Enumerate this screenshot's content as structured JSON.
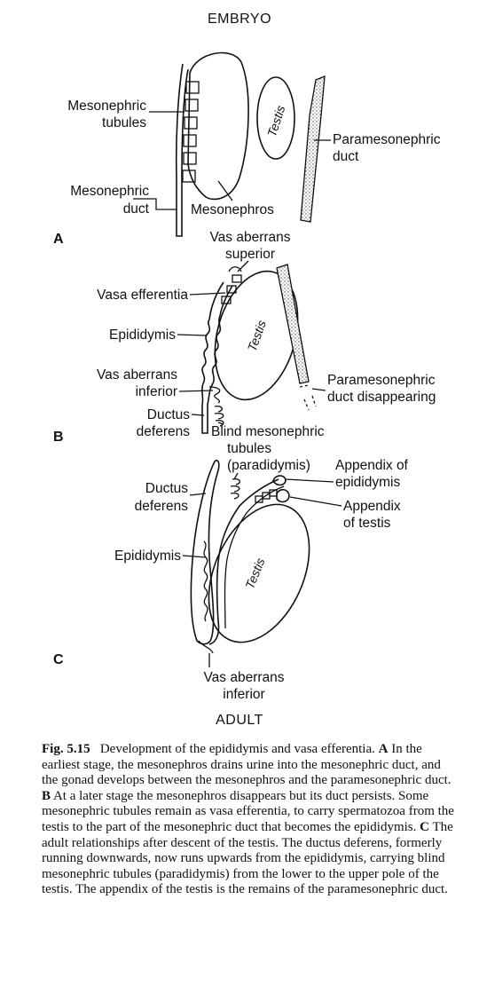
{
  "headers": {
    "top": "EMBRYO",
    "bottom": "ADULT"
  },
  "panels": {
    "a": "A",
    "b": "B",
    "c": "C"
  },
  "panel_a": {
    "mesonephric_tubules": [
      "Mesonephric",
      "tubules"
    ],
    "mesonephric_duct": [
      "Mesonephric",
      "duct"
    ],
    "mesonephros": "Mesonephros",
    "testis": "Testis",
    "paramesonephric_duct": [
      "Paramesonephric",
      "duct"
    ]
  },
  "panel_b": {
    "vas_aberrans_superior": [
      "Vas aberrans",
      "superior"
    ],
    "vasa_efferentia": "Vasa efferentia",
    "epididymis": "Epididymis",
    "vas_aberrans_inferior": [
      "Vas aberrans",
      "inferior"
    ],
    "ductus_deferens": [
      "Ductus",
      "deferens"
    ],
    "testis": "Testis",
    "paramesonephric_disappearing": [
      "Paramesonephric",
      "duct disappearing"
    ],
    "blind_tubules": [
      "Blind mesonephric",
      "tubules"
    ]
  },
  "panel_c": {
    "paradidymis": "(paradidymis)",
    "appendix_epididymis": [
      "Appendix of",
      "epididymis"
    ],
    "appendix_testis": [
      "Appendix",
      "of testis"
    ],
    "ductus_deferens": [
      "Ductus",
      "deferens"
    ],
    "epididymis": "Epididymis",
    "testis": "Testis",
    "vas_aberrans_inferior": [
      "Vas aberrans",
      "inferior"
    ]
  },
  "caption": {
    "fig_label": "Fig. 5.15",
    "title": "Development of the epididymis and vasa efferentia.",
    "a_label": "A",
    "a_text": "In the earliest stage, the mesonephros drains urine into the mesonephric duct, and the gonad develops between the mesonephros and the paramesonephric duct.",
    "b_label": "B",
    "b_text": "At a later stage the mesonephros disappears but its duct persists. Some mesonephric tubules remain as vasa efferentia, to carry spermatozoa from the testis to the part of the mesonephric duct that becomes the epididymis.",
    "c_label": "C",
    "c_text": "The adult relationships after descent of the testis. The ductus deferens, formerly running downwards, now runs upwards from the epididymis, carrying blind mesonephric tubules (paradidymis) from the lower to the upper pole of the testis. The appendix of the testis is the remains of the paramesonephric duct."
  }
}
